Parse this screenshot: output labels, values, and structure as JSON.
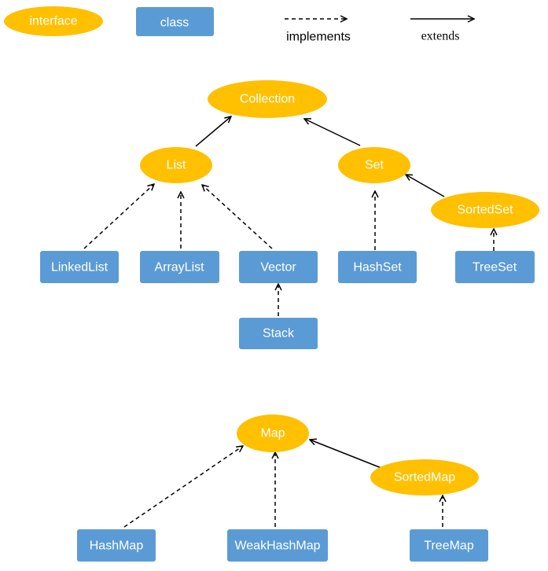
{
  "colors": {
    "interface": "#FFC000",
    "class": "#5B9BD5",
    "node_text": "#FFFFFF",
    "line": "#000000"
  },
  "legend": {
    "interface": "interface",
    "class": "class",
    "implements": "implements",
    "extends": "extends"
  },
  "nodes": {
    "collection": "Collection",
    "list": "List",
    "set": "Set",
    "sortedset": "SortedSet",
    "linkedlist": "LinkedList",
    "arraylist": "ArrayList",
    "vector": "Vector",
    "stack": "Stack",
    "hashset": "HashSet",
    "treeset": "TreeSet",
    "map": "Map",
    "sortedmap": "SortedMap",
    "hashmap": "HashMap",
    "weakhashmap": "WeakHashMap",
    "treemap": "TreeMap"
  },
  "relations": [
    {
      "from": "List",
      "to": "Collection",
      "type": "extends"
    },
    {
      "from": "Set",
      "to": "Collection",
      "type": "extends"
    },
    {
      "from": "SortedSet",
      "to": "Set",
      "type": "extends"
    },
    {
      "from": "LinkedList",
      "to": "List",
      "type": "implements"
    },
    {
      "from": "ArrayList",
      "to": "List",
      "type": "implements"
    },
    {
      "from": "Vector",
      "to": "List",
      "type": "implements"
    },
    {
      "from": "Stack",
      "to": "Vector",
      "type": "implements"
    },
    {
      "from": "HashSet",
      "to": "Set",
      "type": "implements"
    },
    {
      "from": "TreeSet",
      "to": "SortedSet",
      "type": "implements"
    },
    {
      "from": "SortedMap",
      "to": "Map",
      "type": "extends"
    },
    {
      "from": "HashMap",
      "to": "Map",
      "type": "implements"
    },
    {
      "from": "WeakHashMap",
      "to": "Map",
      "type": "implements"
    },
    {
      "from": "TreeMap",
      "to": "SortedMap",
      "type": "implements"
    }
  ]
}
